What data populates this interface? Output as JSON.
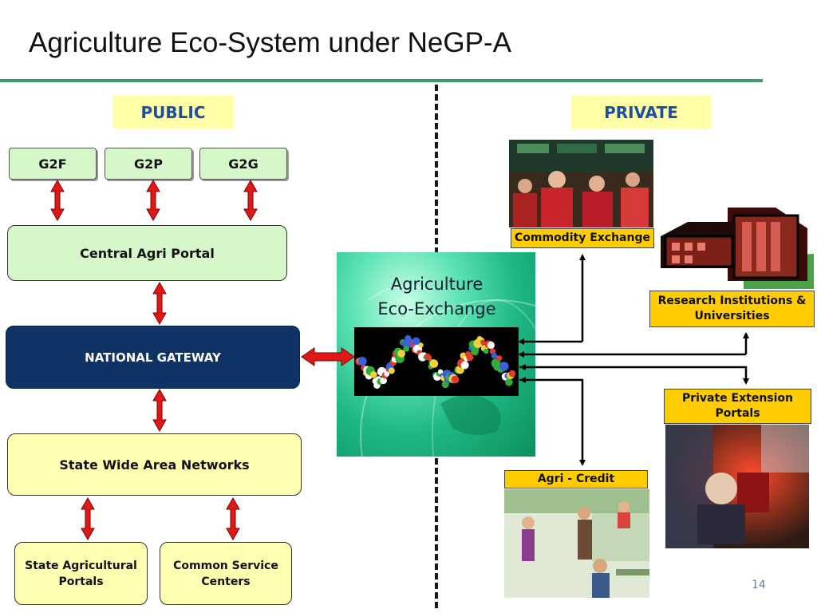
{
  "slide": {
    "title": "Agriculture Eco-System under NeGP-A",
    "page_number": "14"
  },
  "public": {
    "header": "PUBLIC",
    "channels": [
      "G2F",
      "G2P",
      "G2G"
    ],
    "central_portal": "Central Agri Portal",
    "gateway": "NATIONAL GATEWAY",
    "swan": "State Wide Area Networks",
    "state_portals": "State Agricultural Portals",
    "csc": "Common Service Centers"
  },
  "center": {
    "title_line1": "Agriculture",
    "title_line2": "Eco-Exchange"
  },
  "private": {
    "header": "PRIVATE",
    "commodity": "Commodity Exchange",
    "research": "Research Institutions & Universities",
    "extension": "Private Extension Portals",
    "credit": "Agri - Credit"
  },
  "colors": {
    "accent_rule": "#3d9c66",
    "header_text": "#1d4fa0",
    "gateway_fill": "#0e3364",
    "arrow_red": "#e01818",
    "label_yellow": "#ffcc00"
  }
}
